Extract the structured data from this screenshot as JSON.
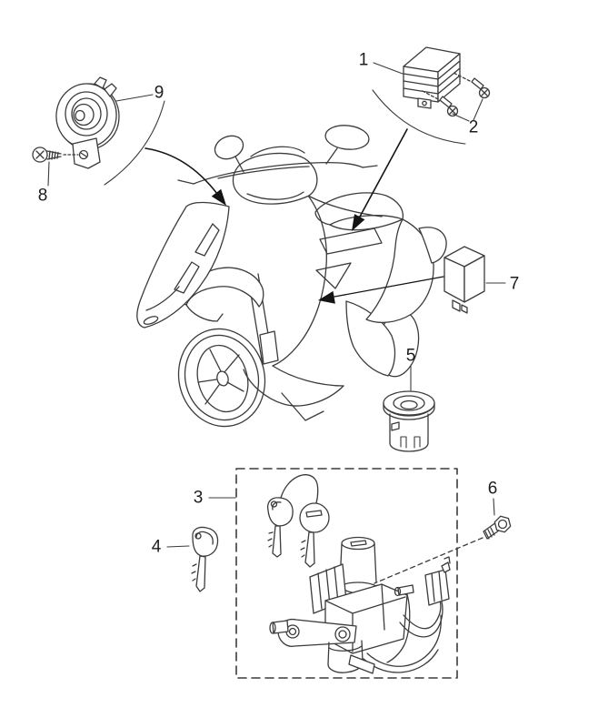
{
  "diagram": {
    "background_color": "#ffffff",
    "line_color": "#3b3b3b",
    "arrow_color": "#141414",
    "callouts": {
      "c1": {
        "number": "1",
        "part": "voltage-regulator"
      },
      "c2": {
        "number": "2",
        "part": "regulator-mounting-screws"
      },
      "c3": {
        "number": "3",
        "part": "lock-set-group"
      },
      "c4": {
        "number": "4",
        "part": "spare-key"
      },
      "c5": {
        "number": "5",
        "part": "lock-cylinder-bushing"
      },
      "c6": {
        "number": "6",
        "part": "ignition-switch-screw"
      },
      "c7": {
        "number": "7",
        "part": "relay"
      },
      "c8": {
        "number": "8",
        "part": "horn-screw"
      },
      "c9": {
        "number": "9",
        "part": "horn"
      }
    }
  }
}
